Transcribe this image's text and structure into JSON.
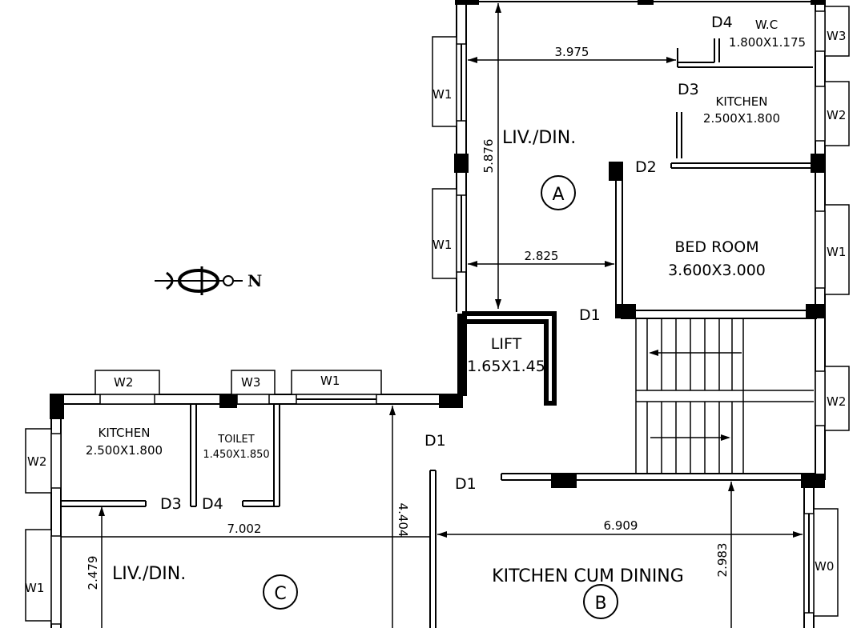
{
  "flats": {
    "A": {
      "marker": "A",
      "living": "LIV./DIN.",
      "bedroom_name": "BED ROOM",
      "bedroom_size": "3.600X3.000",
      "kitchen_name": "KITCHEN",
      "kitchen_size": "2.500X1.800",
      "wc_name": "W.C",
      "wc_size": "1.800X1.175",
      "dims": {
        "horizontal_top": "3.975",
        "horizontal_mid": "2.825",
        "vertical": "5.876"
      }
    },
    "B": {
      "marker": "B",
      "room": "KITCHEN CUM DINING",
      "dims": {
        "horizontal": "6.909",
        "vertical": "2.983"
      }
    },
    "C": {
      "marker": "C",
      "living": "LIV./DIN.",
      "kitchen_name": "KITCHEN",
      "kitchen_size": "2.500X1.800",
      "toilet_name": "TOILET",
      "toilet_size": "1.450X1.850",
      "dims": {
        "horizontal": "7.002",
        "vertical_left": "2.479",
        "vertical_right": "4.404"
      }
    }
  },
  "lift": {
    "name": "LIFT",
    "size": "1.65X1.45"
  },
  "doors": {
    "d1": "D1",
    "d2": "D2",
    "d3": "D3",
    "d4": "D4"
  },
  "windows": {
    "w0": "W0",
    "w1": "W1",
    "w2": "W2",
    "w3": "W3"
  },
  "north": {
    "label": "N"
  }
}
